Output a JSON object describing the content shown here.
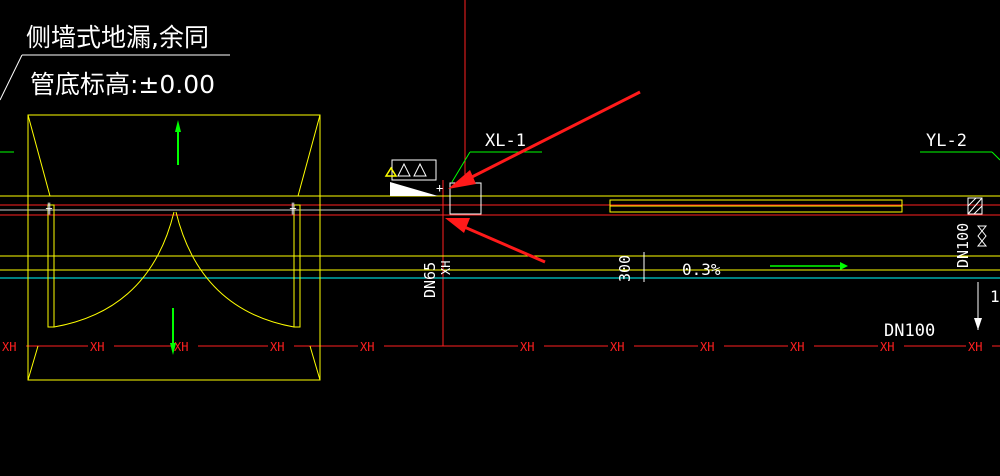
{
  "notes": {
    "line1": "侧墙式地漏,余同",
    "line2": "管底标高:±0.00"
  },
  "labels": {
    "xl1": "XL-1",
    "yl2": "YL-2",
    "dn65": "DN65",
    "xh_vertical": "XH",
    "dn100_vertical": "DN100",
    "dim_300": "300",
    "slope": "0.3%",
    "dn100": "DN100",
    "right_edge_digit": "1",
    "xh": "XH"
  },
  "xh_marker_count": 12,
  "colors": {
    "background": "#000000",
    "red_lines": "#ff2020",
    "yellow_lines": "#ffff00",
    "cyan_lines": "#00ffff",
    "green_lines": "#00ff00",
    "white_text": "#ffffff",
    "arrows": "#ff1a1a"
  }
}
